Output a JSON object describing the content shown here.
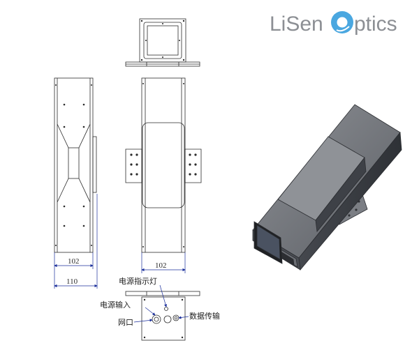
{
  "logo": {
    "text_before_o": "LiSen",
    "text_after_o": "ptics",
    "brand_color": "#8c8f94",
    "o_color": "#4aa7e0"
  },
  "dimensions": {
    "side_inner_width": "102",
    "side_outer_width": "110",
    "front_width": "102"
  },
  "callouts": {
    "power_indicator": "电源指示灯",
    "power_input": "电源输入",
    "network_port": "网口",
    "data_transmission": "数据传输"
  },
  "colors": {
    "line": "#2b2b2b",
    "dimension": "#1b2f9b",
    "body_dark": "#3d4046",
    "body_mid": "#6b6e74",
    "body_light": "#9b9ea3"
  }
}
